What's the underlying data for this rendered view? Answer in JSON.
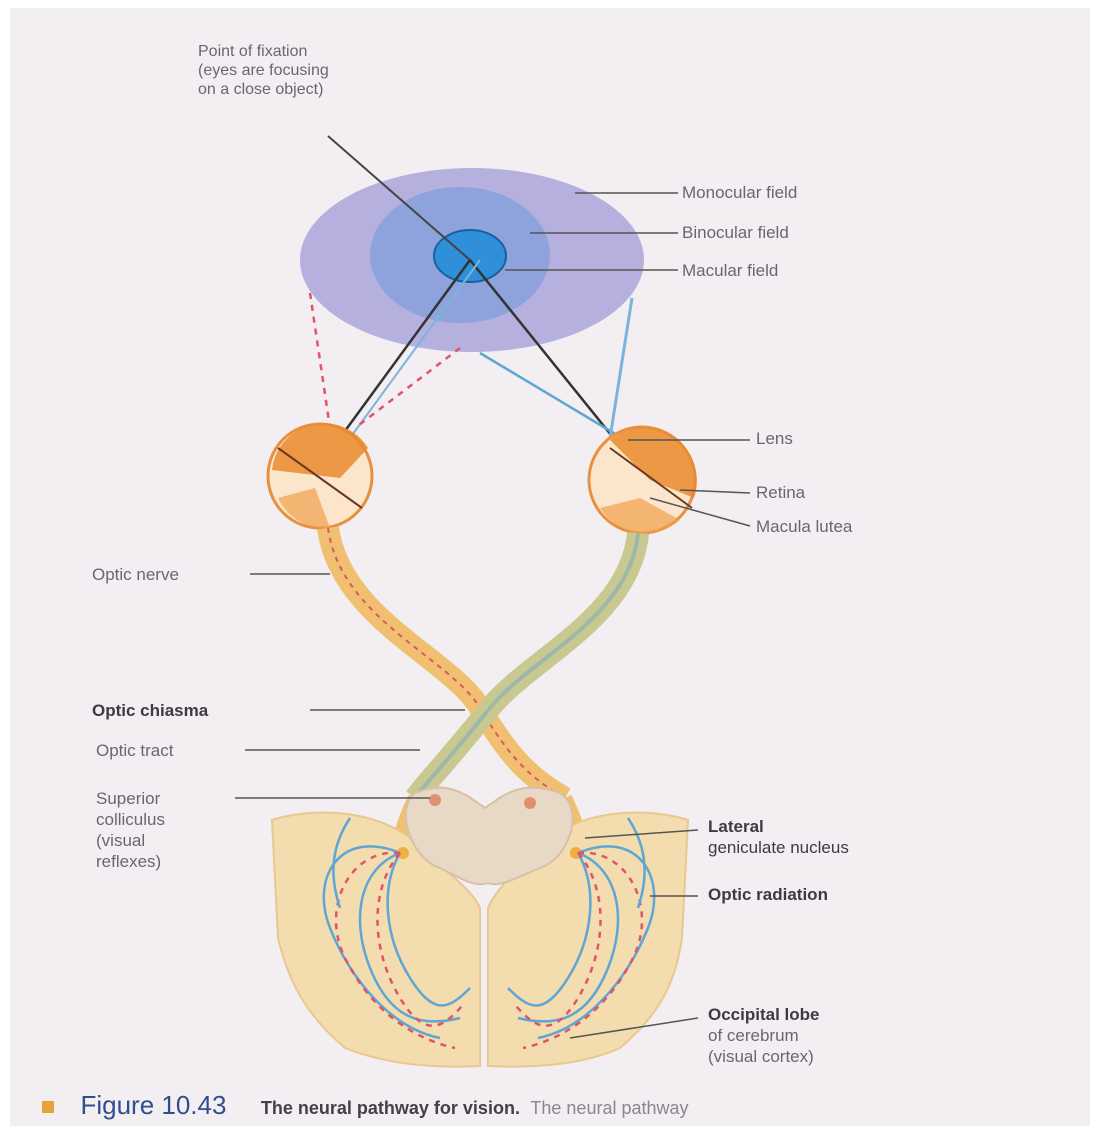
{
  "labels": {
    "point_of_fixation": [
      "Point of fixation",
      "(eyes are focusing",
      "on a close object)"
    ],
    "monocular_field": "Monocular field",
    "binocular_field": "Binocular field",
    "macular_field": "Macular field",
    "lens": "Lens",
    "retina": "Retina",
    "macula_lutea": "Macula lutea",
    "optic_nerve": "Optic nerve",
    "optic_chiasma": "Optic chiasma",
    "optic_tract": "Optic tract",
    "superior_colliculus": [
      "Superior",
      "colliculus",
      "(visual",
      "reflexes)"
    ],
    "lateral_geniculate": [
      "Lateral",
      "geniculate nucleus"
    ],
    "optic_radiation": "Optic radiation",
    "occipital_lobe": [
      "Occipital lobe",
      "of cerebrum",
      "(visual cortex)"
    ]
  },
  "caption": {
    "number": "Figure 10.43",
    "text": "The neural pathway for vision.",
    "text_cont": "The neural pathway"
  },
  "colors": {
    "monocular": "#a8a2d8",
    "binocular": "#8fa4dc",
    "macular": "#2f8fd8",
    "nerve_left": "#f0c070",
    "nerve_right": "#c8c890",
    "pathway_blue": "#5fa6d4",
    "pathway_red": "#e0546a",
    "brain": "#f3dcae"
  }
}
